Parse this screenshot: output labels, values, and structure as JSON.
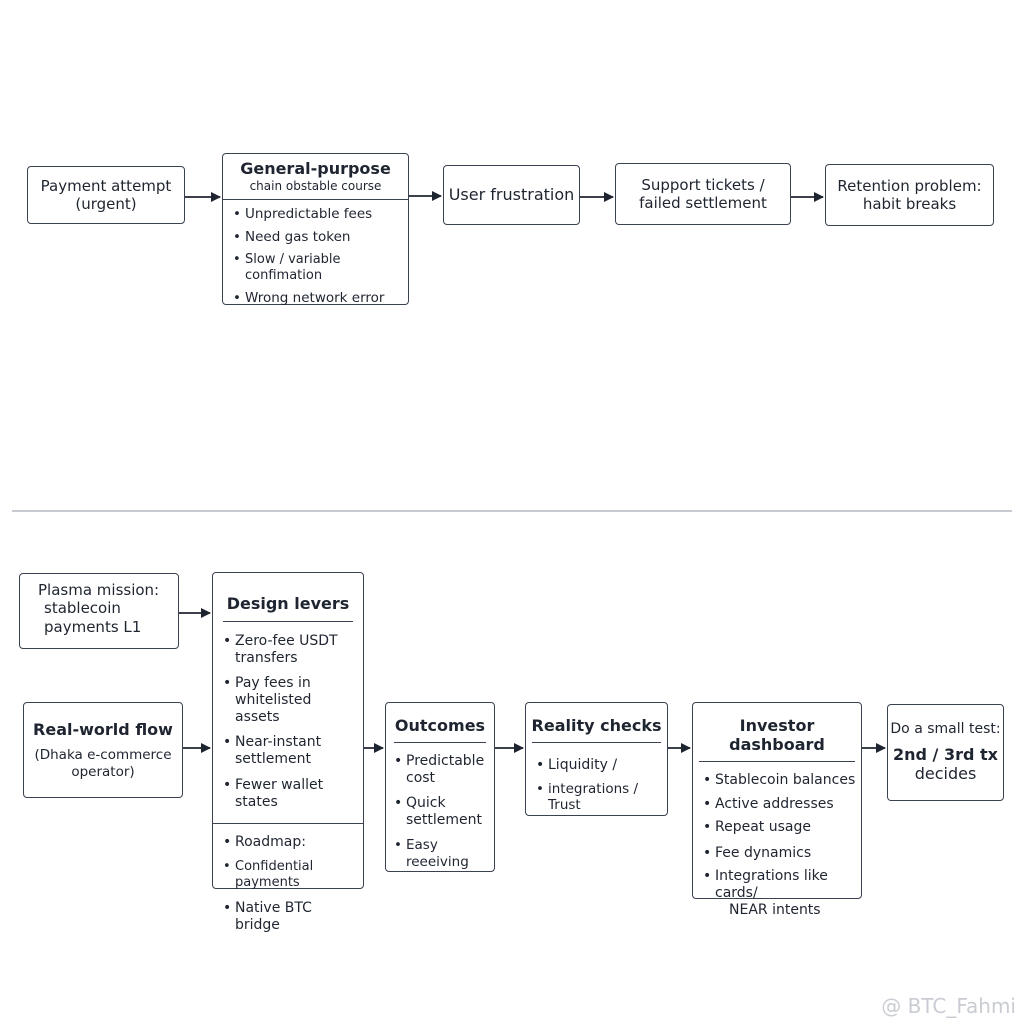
{
  "top": {
    "payment": [
      "Payment attempt",
      "(urgent)"
    ],
    "gp_title": "General-purpose",
    "gp_subtitle": "chain obstable course",
    "gp_items": [
      "Unpredictable fees",
      "Need gas token",
      "Slow / variable confimation",
      "Wrong network error"
    ],
    "frustration": "User frustration",
    "support": [
      "Support tickets /",
      "failed settlement"
    ],
    "retention": [
      "Retention problem:",
      "habit breaks"
    ]
  },
  "bottom": {
    "mission": [
      "Plasma mission:",
      "stablecoin",
      "payments L1"
    ],
    "realworld_title": "Real-world flow",
    "realworld_sub": [
      "(Dhaka e-commerce",
      "operator)"
    ],
    "levers_title": "Design levers",
    "levers_items": [
      [
        "Zero-fee USDT",
        "transfers"
      ],
      [
        "Pay fees in",
        "whitelisted assets"
      ],
      [
        "Near-instant",
        "settlement"
      ],
      [
        "Fewer wallet states"
      ]
    ],
    "roadmap_items": [
      [
        "Roadmap:"
      ],
      [
        "Confidential payments"
      ],
      [
        "Native BTC bridge"
      ]
    ],
    "outcomes_title": "Outcomes",
    "outcomes_items": [
      [
        "Predictable",
        "cost"
      ],
      [
        "Quick",
        "settlement"
      ],
      [
        "Easy reeeiving"
      ]
    ],
    "reality_title": "Reality checks",
    "reality_items": [
      "Liquidity /",
      "integrations / Trust"
    ],
    "investor_title": "Investor dashboard",
    "investor_items": [
      [
        "Stablecoin balances"
      ],
      [
        "Active addresses"
      ],
      [
        "Repeat usage"
      ],
      [
        "Fee dynamics"
      ],
      [
        "Integrations like cards/",
        "NEAR intents"
      ]
    ],
    "test_line1": "Do a small test:",
    "test_line2": "2nd / 3rd tx",
    "test_line3": "decides"
  },
  "watermark": "@ BTC_Fahmi"
}
